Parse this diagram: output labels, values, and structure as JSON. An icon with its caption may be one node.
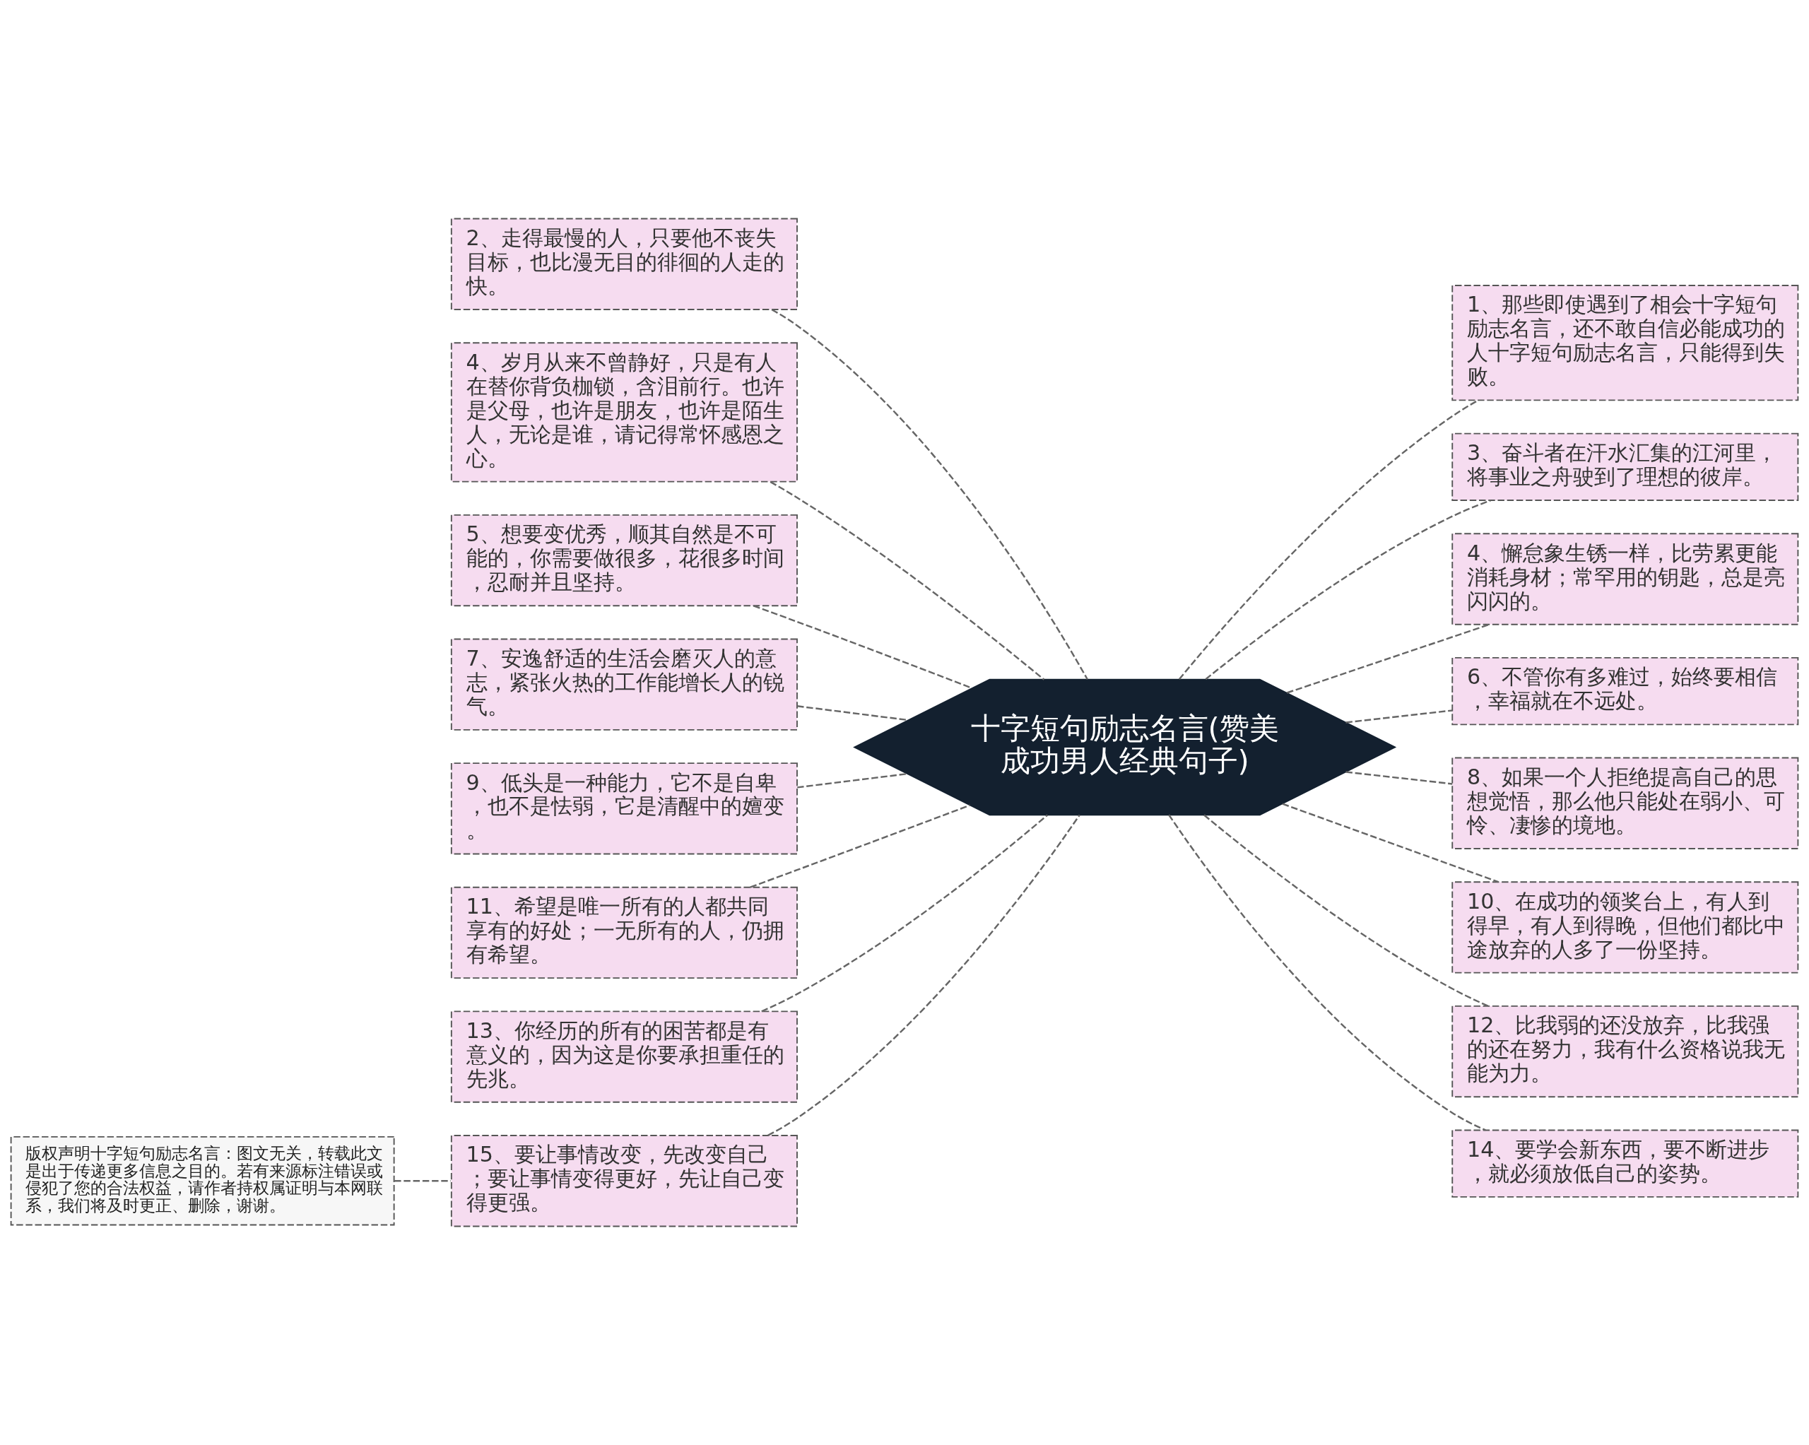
{
  "diagram": {
    "nodes": [
      {
        "text": [
          "十字短句励志名言(赞美成功男人经典句子)"
        ]
      },
      {
        "text": [
          "2、走得最慢的人，只要他不丧失目标，也比漫无目的徘徊的人走的快。"
        ]
      },
      {
        "text": [
          "4、岁月从来不曾静好，只是有人在替你背负枷锁，含泪前行。也许是父母，也许是朋友，也许是陌生人，无论是谁，请记得常怀感恩之心。"
        ]
      },
      {
        "text": [
          "5、想要变优秀，顺其自然是不可能的，你需要做很多，花很多时间，忍耐并且坚持。"
        ]
      },
      {
        "text": [
          "7、安逸舒适的生活会磨灭人的意志，紧张火热的工作能增长人的锐气。"
        ]
      },
      {
        "text": [
          "9、低头是一种能力，它不是自卑，也不是怯弱，它是清醒中的嬗变。"
        ]
      },
      {
        "text": [
          "11、希望是唯一所有的人都共同享有的好处；一无所有的人，仍拥有希望。"
        ]
      },
      {
        "text": [
          "13、你经历的所有的困苦都是有意义的，因为这是你要承担重任的先兆。"
        ]
      },
      {
        "text": [
          "15、要让事情改变，先改变自己；要让事情变得更好，先让自己变得更强。"
        ]
      },
      {
        "text": [
          "1、那些即使遇到了相会十字短句励志名言，还不敢自信必能成功的人十字短句励志名言，只能得到失败。"
        ]
      },
      {
        "text": [
          "3、奋斗者在汗水汇集的江河里，将事业之舟驶到了理想的彼岸。"
        ]
      },
      {
        "text": [
          "4、懈怠象生锈一样，比劳累更能消耗身材；常罕用的钥匙，总是亮闪闪的。"
        ]
      },
      {
        "text": [
          "6、不管你有多难过，始终要相信，幸福就在不远处。"
        ]
      },
      {
        "text": [
          "8、如果一个人拒绝提高自己的思想觉悟，那么他只能处在弱小、可怜、凄惨的境地。"
        ]
      },
      {
        "text": [
          "10、在成功的领奖台上，有人到得早，有人到得晚，但他们都比中途放弃的人多了一份坚持。"
        ]
      },
      {
        "text": [
          "12、比我弱的还没放弃，比我强的还在努力，我有什么资格说我无能为力。"
        ]
      },
      {
        "text": [
          "14、要学会新东西，要不断进步，就必须放低自己的姿势。"
        ]
      },
      {
        "text": [
          "版权声明十字短句励志名言：图文无关，转载此文是出于传递更多信息之目的。若有来源标注错误或侵犯了您的合法权益，请作者持权属证明与本网联系，我们将及时更正、删除，谢谢。"
        ]
      }
    ],
    "edges": [
      {
        "from": 0,
        "to": 1,
        "arrow": "none",
        "style": "dashed"
      },
      {
        "from": 0,
        "to": 2,
        "arrow": "none",
        "style": "dashed"
      },
      {
        "from": 0,
        "to": 3,
        "arrow": "none",
        "style": "dashed"
      },
      {
        "from": 0,
        "to": 4,
        "arrow": "none",
        "style": "dashed"
      },
      {
        "from": 0,
        "to": 5,
        "arrow": "none",
        "style": "dashed"
      },
      {
        "from": 0,
        "to": 6,
        "arrow": "none",
        "style": "dashed"
      },
      {
        "from": 0,
        "to": 7,
        "arrow": "none",
        "style": "dashed"
      },
      {
        "from": 0,
        "to": 8,
        "arrow": "none",
        "style": "dashed"
      },
      {
        "from": 0,
        "to": 9,
        "arrow": "none",
        "style": "dashed"
      },
      {
        "from": 0,
        "to": 10,
        "arrow": "none",
        "style": "dashed"
      },
      {
        "from": 0,
        "to": 11,
        "arrow": "none",
        "style": "dashed"
      },
      {
        "from": 0,
        "to": 12,
        "arrow": "none",
        "style": "dashed"
      },
      {
        "from": 0,
        "to": 13,
        "arrow": "none",
        "style": "dashed"
      },
      {
        "from": 0,
        "to": 14,
        "arrow": "none",
        "style": "dashed"
      },
      {
        "from": 0,
        "to": 15,
        "arrow": "none",
        "style": "dashed"
      },
      {
        "from": 0,
        "to": 16,
        "arrow": "none",
        "style": "dashed"
      },
      {
        "from": 8,
        "to": 17,
        "arrow": "none",
        "style": "dashed"
      }
    ]
  }
}
